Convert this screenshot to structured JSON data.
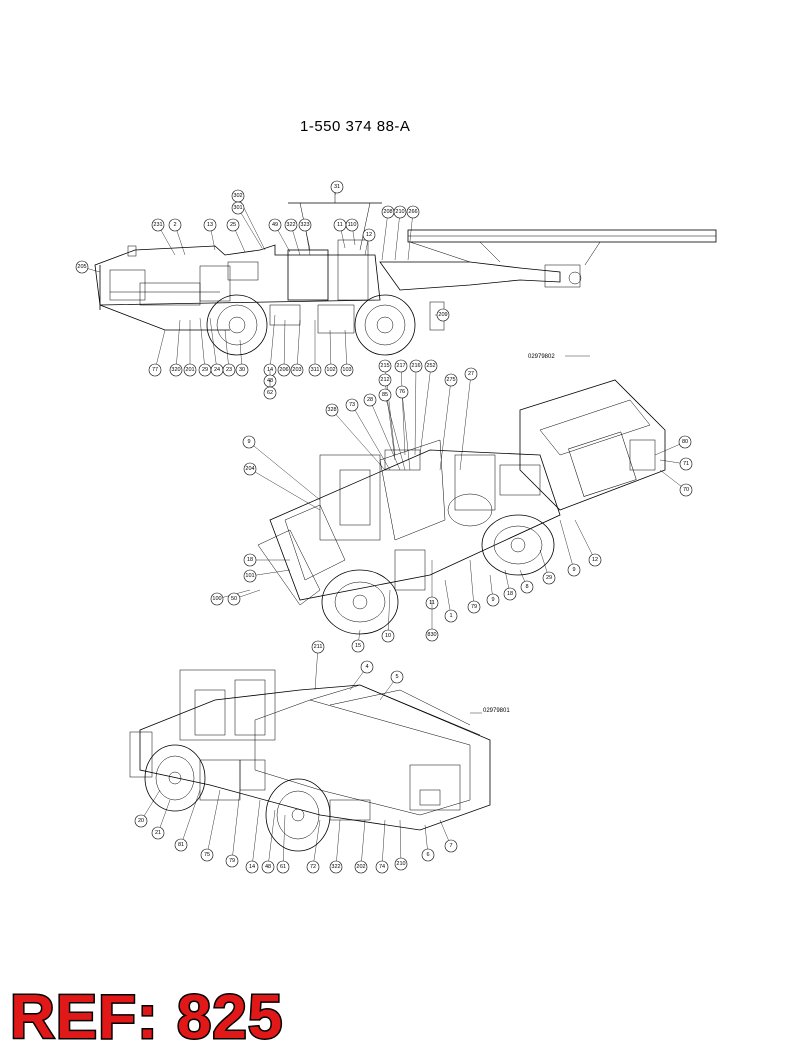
{
  "document": {
    "title": "1-550 374 88-A",
    "ref_stamp": "REF: 825"
  },
  "views": {
    "side_view": {
      "callouts": [
        "31",
        "302",
        "301",
        "231",
        "2",
        "13",
        "25",
        "49",
        "322",
        "323",
        "11",
        "110",
        "12",
        "208",
        "210",
        "266",
        "205",
        "77",
        "320",
        "201",
        "29",
        "24",
        "23",
        "30",
        "14",
        "206",
        "203",
        "311",
        "102",
        "103",
        "48",
        "62",
        "209"
      ]
    },
    "iso_view_front": {
      "part_ref": "02979802",
      "callouts": [
        "215",
        "217",
        "216",
        "252",
        "212",
        "275",
        "27",
        "328",
        "73",
        "28",
        "85",
        "76",
        "9",
        "204",
        "80",
        "71",
        "70",
        "12",
        "9",
        "29",
        "8",
        "18",
        "9",
        "79",
        "1",
        "11",
        "830",
        "10",
        "15",
        "18",
        "101",
        "100",
        "50"
      ]
    },
    "iso_view_rear": {
      "part_ref": "02979801",
      "callouts": [
        "211",
        "4",
        "5",
        "20",
        "21",
        "81",
        "75",
        "79",
        "14",
        "48",
        "61",
        "72",
        "322",
        "202",
        "74",
        "210",
        "6",
        "7"
      ]
    }
  }
}
